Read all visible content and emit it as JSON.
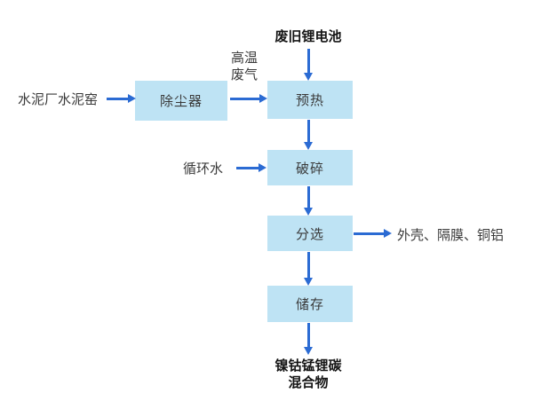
{
  "flowchart": {
    "battery_label": "废旧锂电池",
    "gas_label_lines": [
      "高温",
      "废气"
    ],
    "kiln_label": "水泥厂水泥窑",
    "water_label": "循环水",
    "byproducts_label": "外壳、隔膜、铜铝",
    "product_label_lines": [
      "镍钴锰锂碳",
      "混合物"
    ],
    "boxes": [
      {
        "label": "除尘器"
      },
      {
        "label": "预热"
      },
      {
        "label": "破碎"
      },
      {
        "label": "分选"
      },
      {
        "label": "储存"
      }
    ],
    "edges": [
      {
        "from": "水泥厂水泥窑",
        "to": "除尘器"
      },
      {
        "from": "除尘器",
        "to": "预热",
        "label": "高温废气"
      },
      {
        "from": "废旧锂电池",
        "to": "预热"
      },
      {
        "from": "预热",
        "to": "破碎"
      },
      {
        "from": "循环水",
        "to": "破碎"
      },
      {
        "from": "破碎",
        "to": "分选"
      },
      {
        "from": "分选",
        "to": "外壳、隔膜、铜铝"
      },
      {
        "from": "分选",
        "to": "储存"
      },
      {
        "from": "储存",
        "to": "镍钴锰锂碳混合物"
      }
    ]
  },
  "colors": {
    "box_fill": "#BEE3F4",
    "arrow": "#2B6BD3",
    "label_text": "#3A3A3A",
    "bold_text": "#141414"
  }
}
